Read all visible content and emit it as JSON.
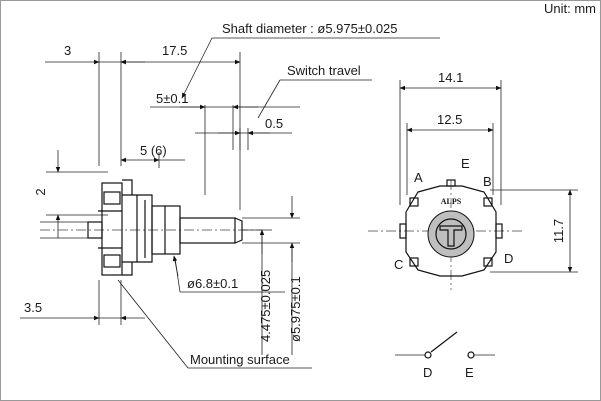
{
  "unit_label": "Unit: mm",
  "side_view": {
    "dim_3": "3",
    "dim_17_5": "17.5",
    "dim_shaft_diameter": "Shaft diameter : ø5.975±0.025",
    "dim_5_tol": "5±0.1",
    "dim_switch_travel": "Switch travel",
    "dim_0_5": "0.5",
    "dim_5_6": "5 (6)",
    "dim_2": "2",
    "dim_3_5": "3.5",
    "dim_6_8": "ø6.8±0.1",
    "dim_4_475": "4.475±0.025",
    "dim_5_975": "ø5.975±0.1",
    "mounting_surface": "Mounting surface"
  },
  "front_view": {
    "dim_14_1": "14.1",
    "dim_12_5": "12.5",
    "dim_11_7": "11.7",
    "terminal_A": "A",
    "terminal_B": "B",
    "terminal_C": "C",
    "terminal_D": "D",
    "terminal_E": "E",
    "brand_mark": "ALPS"
  },
  "switch_schematic": {
    "pin_D": "D",
    "pin_E": "E"
  }
}
